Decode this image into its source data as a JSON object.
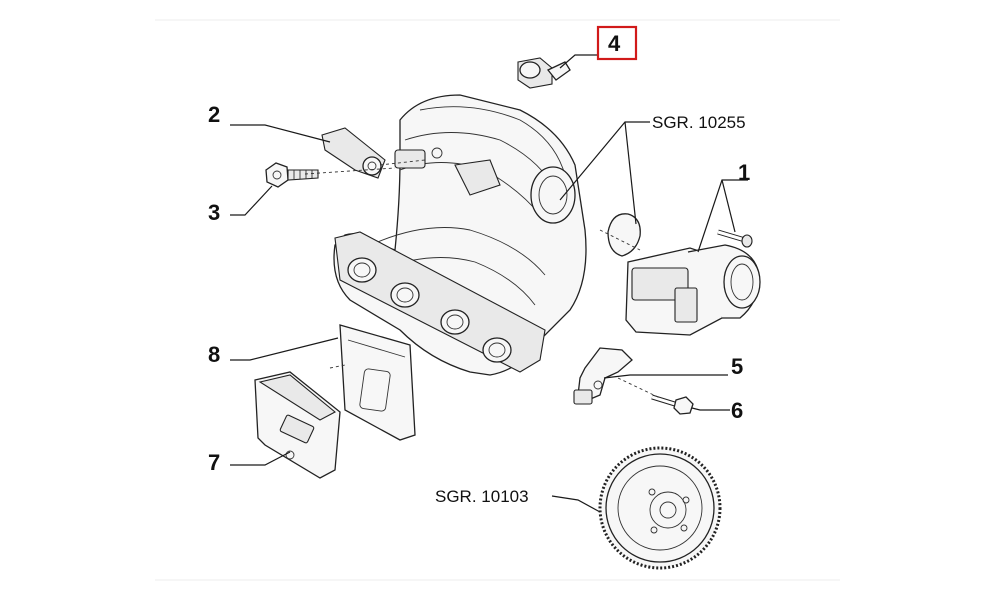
{
  "callouts": {
    "c1": "1",
    "c2": "2",
    "c3": "3",
    "c4": "4",
    "c5": "5",
    "c6": "6",
    "c7": "7",
    "c8": "8"
  },
  "references": {
    "ref_intake": "SGR. 10255",
    "ref_flywheel": "SGR. 10103"
  },
  "colors": {
    "highlight_box": "#d11a1a",
    "line": "#1a1a1a"
  }
}
